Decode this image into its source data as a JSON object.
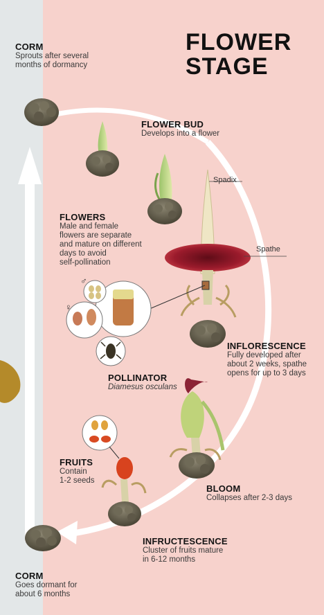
{
  "title": {
    "line1": "FLOWER",
    "line2": "STAGE"
  },
  "stages": {
    "corm_top": {
      "heading": "CORM",
      "description_lines": [
        "Sprouts after several",
        "months of dormancy"
      ]
    },
    "flower_bud": {
      "heading": "FLOWER BUD",
      "description_lines": [
        "Develops into a flower"
      ]
    },
    "flowers": {
      "heading": "FLOWERS",
      "description_lines": [
        "Male and female",
        "flowers are separate",
        "and mature on different",
        "days to avoid",
        "self-pollination"
      ]
    },
    "inflorescence": {
      "heading": "INFLORESCENCE",
      "description_lines": [
        "Fully developed after",
        "about 2 weeks, spathe",
        "opens for up to 3 days"
      ]
    },
    "pollinator": {
      "heading": "POLLINATOR",
      "species": "Diamesus osculans"
    },
    "fruits": {
      "heading": "FRUITS",
      "description_lines": [
        "Contain",
        "1-2 seeds"
      ]
    },
    "bloom": {
      "heading": "BLOOM",
      "description_lines": [
        "Collapses after 2-3 days"
      ]
    },
    "infructescence": {
      "heading": "INFRUCTESCENCE",
      "description_lines": [
        "Cluster of fruits mature",
        "in 6-12 months"
      ]
    },
    "corm_bottom": {
      "heading": "CORM",
      "description_lines": [
        "Goes dormant for",
        "about 6 months"
      ]
    }
  },
  "labels": {
    "spadix": "Spadix",
    "spathe": "Spathe"
  },
  "symbols": {
    "male": "♂",
    "female": "♀"
  },
  "colors": {
    "left_panel": "#e3e7e8",
    "right_panel": "#f7d2cc",
    "spathe": "#9b1b2c",
    "arrow": "#ffffff"
  }
}
